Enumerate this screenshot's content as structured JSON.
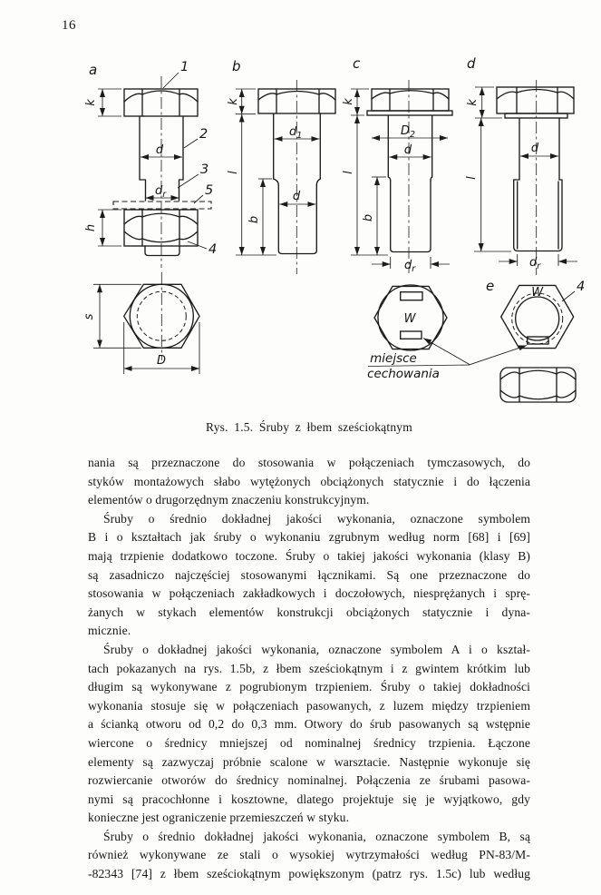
{
  "page_number": "16",
  "figure": {
    "caption": "Rys. 1.5. Śruby z łbem sześciokątnym",
    "panel_labels": {
      "a": "a",
      "b": "b",
      "c": "c",
      "d": "d",
      "e": "e"
    },
    "callouts": {
      "c1": "1",
      "c2": "2",
      "c3": "3",
      "c4": "4",
      "c5": "5"
    },
    "dims": {
      "k": "k",
      "d": "d",
      "l": "l",
      "h": "h",
      "s": "s",
      "D": "D",
      "b": "b",
      "W": "W",
      "d1_base": "d",
      "d1_sub": "1",
      "D2_base": "D",
      "D2_sub": "2",
      "dr_base": "d",
      "dr_sub": "r"
    },
    "marking_label_line1": "miejsce",
    "marking_label_line2": "cechowania"
  },
  "body": {
    "paragraphs": [
      {
        "indent": false,
        "justify_last": false,
        "lines": [
          "nania są przeznaczone do stosowania w połączeniach tymczasowych, do",
          "styków montażowych słabo wytężonych obciążonych statycznie i do łączenia",
          "elementów o drugorzędnym znaczeniu konstrukcyjnym."
        ]
      },
      {
        "indent": true,
        "justify_last": false,
        "lines": [
          "Śruby o średnio dokładnej jakości wykonania, oznaczone symbolem",
          "B i o kształtach jak śruby o wykonaniu zgrubnym według norm [68] i [69]",
          "mają trzpienie dodatkowo toczone. Śruby o takiej jakości wykonania (klasy B)",
          "są zasadniczo najczęściej stosowanymi łącznikami. Są one przeznaczone do",
          "stosowania w połączeniach zakładkowych i doczołowych, niesprężanych i sprę-",
          "żanych w stykach elementów konstrukcji obciążonych statycznie i dyna-",
          "micznie."
        ]
      },
      {
        "indent": true,
        "justify_last": false,
        "lines": [
          "Śruby o dokładnej jakości wykonania, oznaczone symbolem A i o kształ-",
          "tach pokazanych na rys. 1.5b, z łbem sześciokątnym i z gwintem krótkim lub",
          "długim są wykonywane z pogrubionym trzpieniem. Śruby o takiej dokładności",
          "wykonania stosuje się w połączeniach pasowanych, z luzem między trzpieniem",
          "a ścianką otworu od 0,2 do 0,3 mm. Otwory do śrub pasowanych są wstępnie",
          "wiercone o średnicy mniejszej od nominalnej średnicy trzpienia. Łączone",
          "elementy są zazwyczaj próbnie scalone w warsztacie. Następnie wykonuje się",
          "rozwiercanie otworów do średnicy nominalnej. Połączenia ze śrubami pasowa-",
          "nymi są pracochłonne i kosztowne, dlatego projektuje się je wyjątkowo, gdy",
          "konieczne jest ograniczenie przemieszczeń w styku."
        ]
      },
      {
        "indent": true,
        "justify_last": true,
        "lines": [
          "Śruby o średnio dokładnej jakości wykonania, oznaczone symbolem B, są",
          "również wykonywane ze stali o wysokiej wytrzymałości według PN-83/M-",
          "-82343 [74] z łbem sześciokątnym powiększonym (patrz rys. 1.5c) lub według"
        ]
      }
    ]
  }
}
